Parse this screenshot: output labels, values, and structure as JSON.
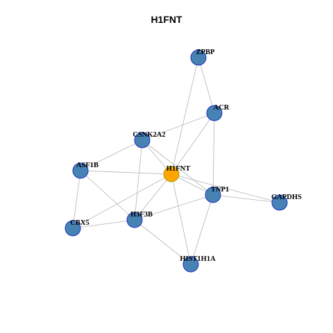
{
  "title": "H1FNT",
  "colors": {
    "node_fill": "#4682B4",
    "node_stroke": "#1f2fbf",
    "focus_fill": "#FFA500",
    "focus_stroke": "#a0a000",
    "edge": "#b3b3b3"
  },
  "nodes": [
    {
      "id": "ZPBP",
      "label": "ZPBP",
      "focus": false
    },
    {
      "id": "ACR",
      "label": "ACR",
      "focus": false
    },
    {
      "id": "CSNK2A2",
      "label": "CSNK2A2",
      "focus": false
    },
    {
      "id": "ASF1B",
      "label": "ASF1B",
      "focus": false
    },
    {
      "id": "H1FNT",
      "label": "H1FNT",
      "focus": true
    },
    {
      "id": "TNP1",
      "label": "TNP1",
      "focus": false
    },
    {
      "id": "GAPDHS",
      "label": "GAPDHS",
      "focus": false
    },
    {
      "id": "H3F3B",
      "label": "H3F3B",
      "focus": false
    },
    {
      "id": "CBX5",
      "label": "CBX5",
      "focus": false
    },
    {
      "id": "HIST1H1A",
      "label": "HIST1H1A",
      "focus": false
    }
  ],
  "edges": [
    [
      "ZPBP",
      "ACR"
    ],
    [
      "ZPBP",
      "H1FNT"
    ],
    [
      "ACR",
      "CSNK2A2"
    ],
    [
      "ACR",
      "H1FNT"
    ],
    [
      "ACR",
      "TNP1"
    ],
    [
      "CSNK2A2",
      "ASF1B"
    ],
    [
      "CSNK2A2",
      "H1FNT"
    ],
    [
      "CSNK2A2",
      "TNP1"
    ],
    [
      "CSNK2A2",
      "H3F3B"
    ],
    [
      "ASF1B",
      "H1FNT"
    ],
    [
      "ASF1B",
      "CBX5"
    ],
    [
      "ASF1B",
      "H3F3B"
    ],
    [
      "H1FNT",
      "TNP1"
    ],
    [
      "H1FNT",
      "GAPDHS"
    ],
    [
      "H1FNT",
      "H3F3B"
    ],
    [
      "H1FNT",
      "CBX5"
    ],
    [
      "H1FNT",
      "HIST1H1A"
    ],
    [
      "TNP1",
      "GAPDHS"
    ],
    [
      "TNP1",
      "H3F3B"
    ],
    [
      "TNP1",
      "HIST1H1A"
    ],
    [
      "H3F3B",
      "CBX5"
    ],
    [
      "H3F3B",
      "HIST1H1A"
    ]
  ]
}
